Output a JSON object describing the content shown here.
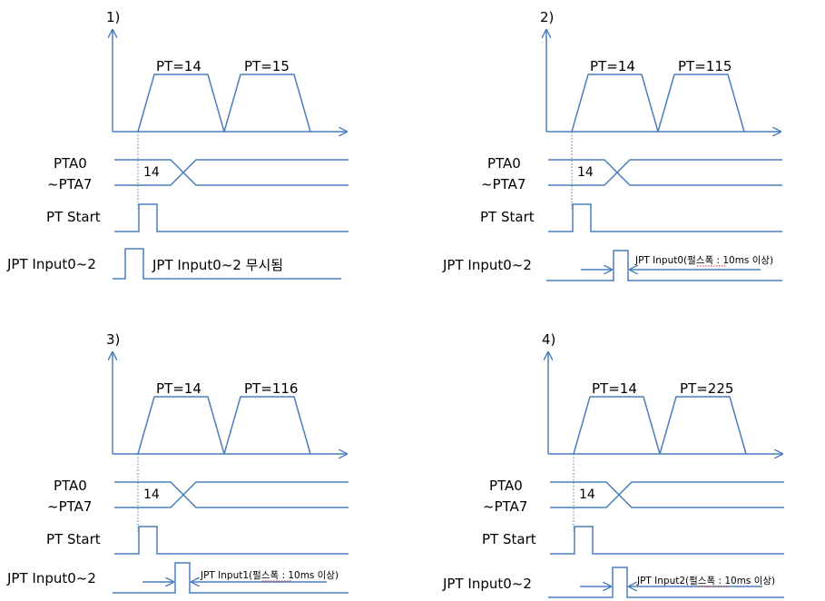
{
  "panels": [
    {
      "number": "1)",
      "pt_a": "PT=14",
      "pt_b": "PT=15",
      "bus_top": "PTA0",
      "bus_bottom": "~PTA7",
      "bus_value": "14",
      "start_label": "PT Start",
      "input_label": "JPT Input0~2",
      "note": "JPT Input0~2 무시됨",
      "note_style": "plain"
    },
    {
      "number": "2)",
      "pt_a": "PT=14",
      "pt_b": "PT=115",
      "bus_top": "PTA0",
      "bus_bottom": "~PTA7",
      "bus_value": "14",
      "start_label": "PT Start",
      "input_label": "JPT Input0~2",
      "note": "JPT Input0(펄스폭 : 10ms 이상)",
      "note_style": "arrow"
    },
    {
      "number": "3)",
      "pt_a": "PT=14",
      "pt_b": "PT=116",
      "bus_top": "PTA0",
      "bus_bottom": "~PTA7",
      "bus_value": "14",
      "start_label": "PT Start",
      "input_label": "JPT Input0~2",
      "note": "JPT Input1(펄스폭 : 10ms 이상)",
      "note_style": "arrow"
    },
    {
      "number": "4)",
      "pt_a": "PT=14",
      "pt_b": "PT=225",
      "bus_top": "PTA0",
      "bus_bottom": "~PTA7",
      "bus_value": "14",
      "start_label": "PT Start",
      "input_label": "JPT Input0~2",
      "note": "JPT Input2(펄스폭 : 10ms 이상)",
      "note_style": "arrow"
    }
  ],
  "colors": {
    "line": "#4a7ebb",
    "text": "#000000",
    "spellcheck": "#d02020"
  }
}
